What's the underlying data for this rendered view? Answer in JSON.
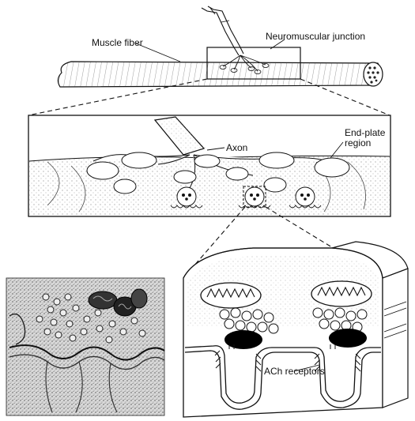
{
  "labels": {
    "muscle_fiber": "Muscle fiber",
    "neuromuscular_junction": "Neuromuscular junction",
    "axon": "Axon",
    "end_plate_line1": "End-plate",
    "end_plate_line2": "region",
    "ach_receptors": "ACh receptors"
  },
  "colors": {
    "ink": "#111111",
    "paper": "#ffffff",
    "stipple": "#9a9a9a",
    "micrograph_bg": "#d9d9d9"
  }
}
